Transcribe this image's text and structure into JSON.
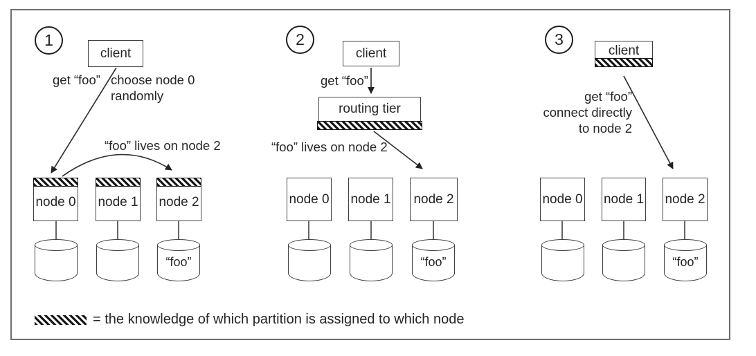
{
  "panels": [
    {
      "number": "1",
      "client": {
        "label": "client",
        "has_knowledge": false
      },
      "labels": {
        "request": "get “foo”",
        "note": "choose node 0\nrandomly",
        "redirect": "“foo” lives on node 2"
      },
      "nodes": [
        {
          "label": "node 0",
          "has_knowledge": true,
          "storage": ""
        },
        {
          "label": "node 1",
          "has_knowledge": true,
          "storage": ""
        },
        {
          "label": "node 2",
          "has_knowledge": true,
          "storage": "“foo”"
        }
      ]
    },
    {
      "number": "2",
      "client": {
        "label": "client",
        "has_knowledge": false
      },
      "routing_tier": {
        "label": "routing tier",
        "has_knowledge": true
      },
      "labels": {
        "request": "get “foo”",
        "redirect": "“foo” lives on node 2"
      },
      "nodes": [
        {
          "label": "node 0",
          "has_knowledge": false,
          "storage": ""
        },
        {
          "label": "node 1",
          "has_knowledge": false,
          "storage": ""
        },
        {
          "label": "node 2",
          "has_knowledge": false,
          "storage": "“foo”"
        }
      ]
    },
    {
      "number": "3",
      "client": {
        "label": "client",
        "has_knowledge": true
      },
      "labels": {
        "request": "get “foo”\nconnect directly\nto node 2"
      },
      "nodes": [
        {
          "label": "node 0",
          "has_knowledge": false,
          "storage": ""
        },
        {
          "label": "node 1",
          "has_knowledge": false,
          "storage": ""
        },
        {
          "label": "node 2",
          "has_knowledge": false,
          "storage": "“foo”"
        }
      ]
    }
  ],
  "legend": {
    "text": "= the knowledge of which partition is assigned to which node"
  },
  "colors": {
    "line": "#333333",
    "hatch": "#161616",
    "frame": "#6e6e6e"
  }
}
